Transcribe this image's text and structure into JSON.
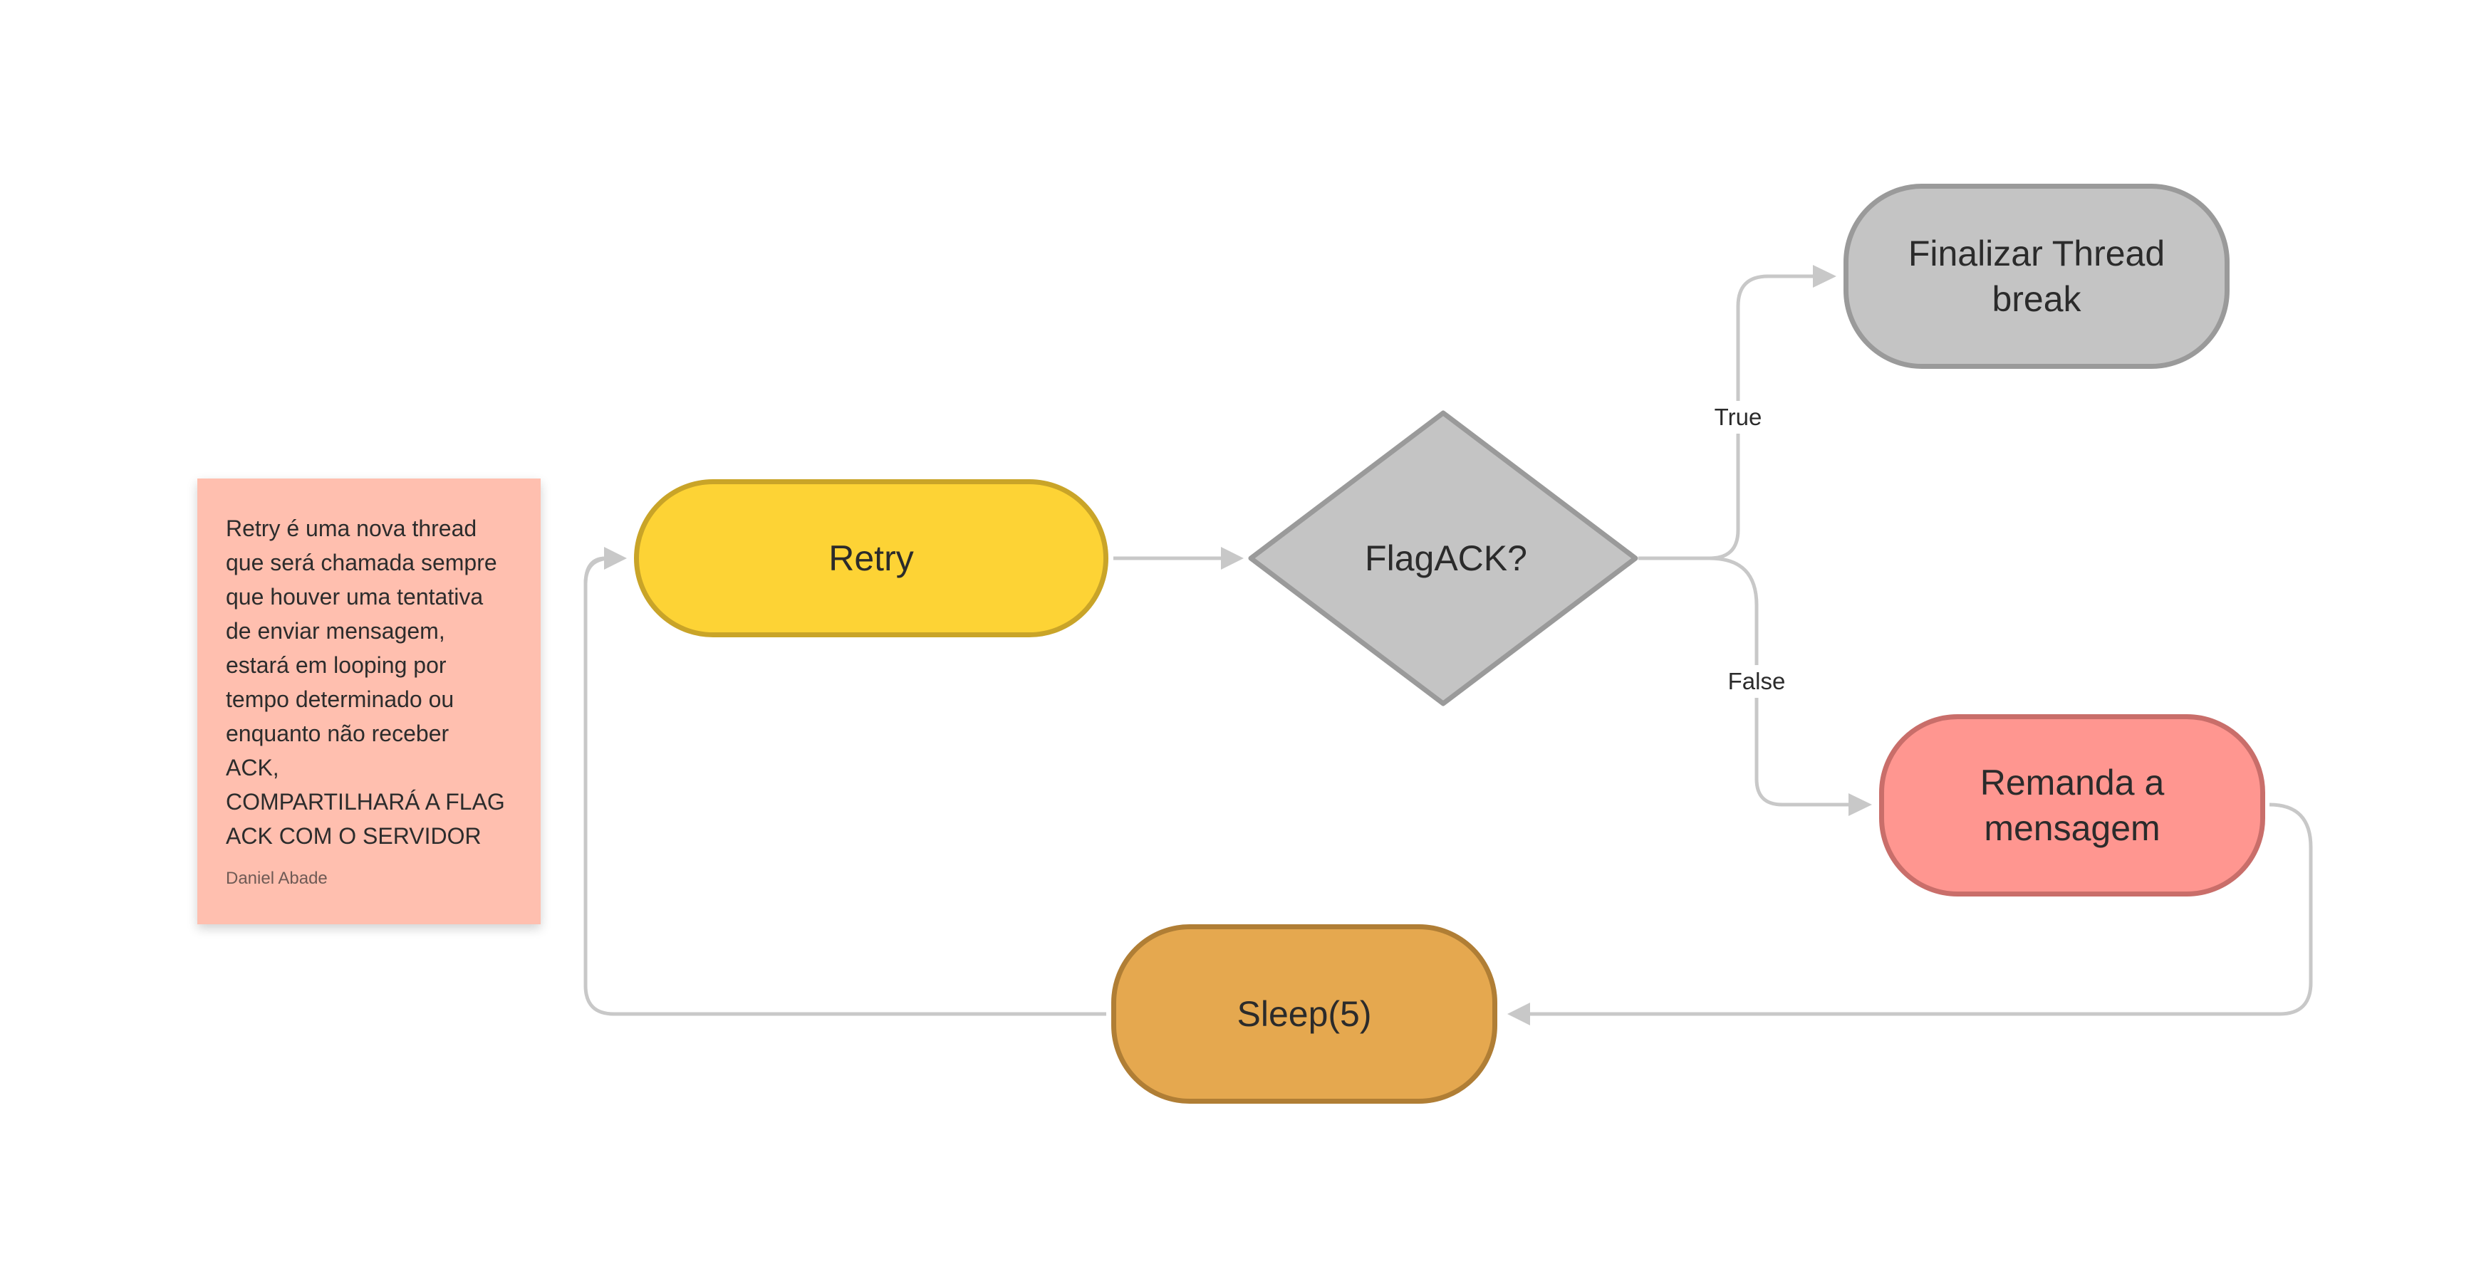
{
  "sticky_note": {
    "text": "Retry é uma nova thread\nque será chamada sempre\nque houver uma tentativa\nde enviar  mensagem,\nestará em looping por\ntempo determinado ou\nenquanto não receber\nACK,\nCOMPARTILHARÁ A FLAG\nACK COM O SERVIDOR",
    "author": "Daniel Abade",
    "color": "#FFBFAF"
  },
  "nodes": {
    "retry": {
      "label": "Retry",
      "fill": "#FDD335",
      "stroke": "#C9A428"
    },
    "flag_ack": {
      "label": "FlagACK?",
      "fill": "#C4C4C4",
      "stroke": "#9A9A9A"
    },
    "finalizar": {
      "label": "Finalizar Thread\nbreak",
      "fill": "#C4C4C4",
      "stroke": "#9A9A9A"
    },
    "remanda": {
      "label": "Remanda a\nmensagem",
      "fill": "#FF9690",
      "stroke": "#C96E6A"
    },
    "sleep": {
      "label": "Sleep(5)",
      "fill": "#E5A84F",
      "stroke": "#B07E35"
    }
  },
  "edges": {
    "true_label": "True",
    "false_label": "False",
    "line_color": "#C8C8C8"
  }
}
